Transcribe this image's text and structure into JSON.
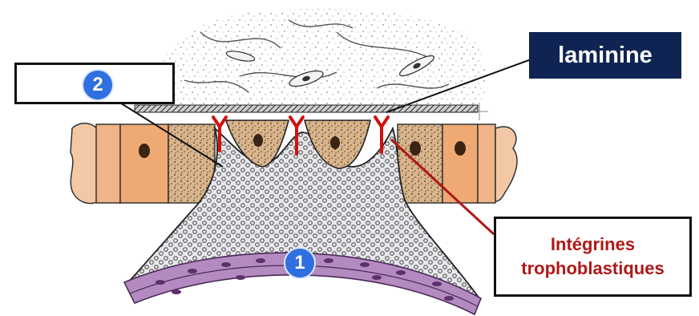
{
  "labels": {
    "laminin": "laminine",
    "integrins_line1": "Intégrines",
    "integrins_line2": "trophoblastiques",
    "blank_label": ""
  },
  "markers": {
    "one": "1",
    "two": "2"
  },
  "colors": {
    "laminin_box": "#0f2452",
    "integrin_text": "#b01818",
    "integrin_receptor": "#d01010",
    "marker": "#2f6fe0",
    "syncytio": "#e2b98e",
    "cyto": "#c69a6c",
    "epithelium_light": "#f0b488",
    "embryo_wall": "#9c6aa6"
  }
}
